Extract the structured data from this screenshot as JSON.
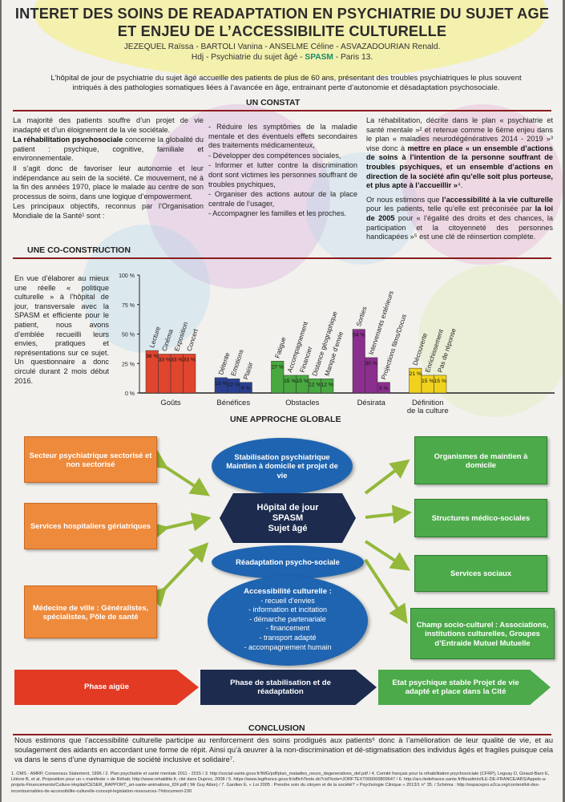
{
  "title": {
    "line1": "INTERET DES SOINS DE READAPTATION EN PSYCHIATRIE DU SUJET AGE",
    "line2": "ET ENJEU DE L’ACCESSIBILITE CULTURELLE"
  },
  "authors": {
    "line1": "JEZEQUEL Raïssa - BARTOLI Vanina - ANSELME Céline - ASVAZADOURIAN Renald.",
    "line2_pre": "Hdj - Psychiatrie du sujet âgé - ",
    "line2_spasm": "SPASM",
    "line2_post": " - Paris 13."
  },
  "intro": "L’hôpital de jour de psychiatrie du sujet âgé accueille des patients de plus de 60 ans, présentant des troubles psychiatriques le plus souvent intriqués à des pathologies somatiques liées à l’avancée en âge, entrainant perte d’autonomie et désadaptation psychosociale.",
  "sections": {
    "constat": "UN CONSTAT",
    "coconstruction": "UNE CO-CONSTRUCTION",
    "approche": "UNE APPROCHE GLOBALE",
    "conclusion": "CONCLUSION"
  },
  "constat": {
    "left": {
      "p1": "La majorité des patients souffre d’un projet de vie inadapté et d’un éloignement de la vie sociétale.",
      "p2_bold": "La réhabilitation psychosociale",
      "p2_rest": " concerne la globalité du patient : psychique, cognitive, familiale et environnementale.",
      "p3": "Il s’agit donc de favoriser leur autonomie et leur indépendance au sein de la société. Ce mouvement, né à la fin des années 1970, place le malade au centre de son processus de soins, dans une logique d’empowerment.",
      "p4": "Les principaux objectifs, reconnus par l’Organisation Mondiale de la Santé¹ sont :"
    },
    "middle": [
      "- Réduire les symptômes de la maladie mentale et des éventuels effets secondaires des traitements médicamenteux,",
      "- Développer des compétences sociales,",
      "- Informer et lutter contre la discrimination dont sont victimes les personnes souffrant de troubles psychiques,",
      "- Organiser des actions autour de la place centrale de l’usager,",
      "- Accompagner les familles et les proches."
    ],
    "right": {
      "p1_pre": "La réhabilitation, décrite dans le plan « psychiatrie et santé mentale »² et retenue comme le 6ème enjeu dans le plan « maladies neurodégénératives 2014 - 2019 »³ vise donc à ",
      "p1_bold": "mettre en place « un ensemble d’actions de soins à l’intention de la personne souffrant de troubles psychiques, et un ensemble d’actions en direction de la société afin qu’elle soit plus porteuse, et plus apte à l’accueillir »",
      "p1_post": "⁴.",
      "p2_pre": "Or nous estimons que ",
      "p2_bold": "l’accessibilité à la vie culturelle",
      "p2_mid": " pour les patients, telle qu’elle est préconisée par ",
      "p2_bold2": "la loi de 2005",
      "p2_post": " pour « l’égalité des droits et des chances, la participation et la citoyenneté des personnes handicapées »⁵ est une clé de réinsertion complète."
    }
  },
  "coconstruction_text": "En vue d’élaborer au mieux une réelle « politique culturelle » à l’hôpital de jour, transversale avec la SPASM et efficiente pour le patient, nous avons d’emblée recueilli leurs envies, pratiques et représentations sur ce sujet. Un questionnaire a donc circulé durant 2 mois début 2016.",
  "chart_data": {
    "type": "bar",
    "ylim": [
      0,
      100
    ],
    "yticks": [
      "0 %",
      "25 %",
      "50 %",
      "75 %",
      "100 %"
    ],
    "groups": [
      {
        "name": "Goûts",
        "color": "#e0452e",
        "bars": [
          {
            "label": "Lecture",
            "value": 36
          },
          {
            "label": "Cinéma",
            "value": 33
          },
          {
            "label": "Exposition",
            "value": 33
          },
          {
            "label": "Concert",
            "value": 33
          }
        ]
      },
      {
        "name": "Bénéfices",
        "color": "#2a3f8f",
        "bars": [
          {
            "label": "Détente",
            "value": 13
          },
          {
            "label": "Emotions",
            "value": 12
          },
          {
            "label": "Plaisir",
            "value": 9
          }
        ]
      },
      {
        "name": "Obstacles",
        "color": "#49a840",
        "bars": [
          {
            "label": "Fatigue",
            "value": 27
          },
          {
            "label": "Accompagnement",
            "value": 15
          },
          {
            "label": "Financier",
            "value": 15
          },
          {
            "label": "Distance géographique",
            "value": 12
          },
          {
            "label": "Manque d’envie",
            "value": 12
          }
        ]
      },
      {
        "name": "Désirata",
        "color": "#8a2f8e",
        "bars": [
          {
            "label": "Sorties",
            "value": 54
          },
          {
            "label": "Intervenants extérieurs",
            "value": 30
          },
          {
            "label": "Projections films/Docus",
            "value": 9
          }
        ]
      },
      {
        "name": "Définition de la culture",
        "color": "#f0d21e",
        "bars": [
          {
            "label": "Découverte",
            "value": 21
          },
          {
            "label": "Enrichissement",
            "value": 15
          },
          {
            "label": "Pas de réponse",
            "value": 15
          }
        ]
      }
    ]
  },
  "diagram": {
    "left": [
      "Secteur psychiatrique sectorisé et non sectorisé",
      "Services hospitaliers gériatriques",
      "Médecine de ville : Généralistes, spécialistes, Pôle de santé"
    ],
    "right": [
      "Organismes de maintien à domicile",
      "Structures médico-sociales",
      "Services sociaux",
      "Champ socio-culturel : Associations, institutions culturelles, Groupes d’Entraide Mutuel Mutuelle"
    ],
    "stabilisation": "Stabilisation psychiatrique Maintien à domicile et projet de vie",
    "hopital": [
      "Hôpital de jour",
      "SPASM",
      "Sujet âgé"
    ],
    "readaptation": "Réadaptation psycho-sociale",
    "access_title": "Accessibilité culturelle :",
    "access_items": [
      "- recueil d’envies",
      "- information et incitation",
      "- démarche partenariale",
      "- financement",
      "- transport adapté",
      "- accompagnement humain"
    ],
    "phases": [
      "Phase aigüe",
      "Phase de stabilisation et de réadaptation",
      "Etat psychique stable Projet de vie adapté et place dans la Cité"
    ]
  },
  "conclusion_text": "Nous estimons que l’accessibilité culturelle participe au renforcement des soins prodigués aux patients⁶ donc à l’amélioration de leur qualité de vie, et au soulagement des aidants en accordant une forme de répit. Ainsi qu’à œuvrer à la non-discrimination et dé-stigmatisation des individus âgés et fragiles puisque cela va dans le sens d’une dynamique de société inclusive et solidaire⁷.",
  "references": "1. OMS - AMRP, Consensus Statement, 1996 / 2. Plan psychiatrie et santé mentale 2011 - 2015 / 3. http://social-sante.gouv.fr/IMG/pdf/plan_maladies_neuro_degeneratives_def.pdf / 4. Comité français pour la réhabilitation psychosociale (CFRP), Leguay D, Giraud-Baro E, Llièvre B, et al. Proposition pour un « manifeste » de Réhab; http://www.rehabilite.fr, cité dans Duprez, 2008 / 5. https://www.legifrance.gouv.fr/affichTexte.do?cidTexte=JORFTEXT000000809647 / 6. http://ars.iledefrance.sante.fr/fileadmin/ILE-DE-FRANCE/ARS/Appels-a-projets-Financements/Culture-Hopital/CESER_RAPPORT_art-sante-animations_IDF.pdf ( Mr Guy Atlan) / 7. Gardien E. « Loi 2005 : Prendre soin du citoyen et de la société? » Psychologie Clinique » 2013/1 n° 35. / Schéma : http://espacepro.e2ca.org/content/kit-des-incontournables-de-accessibilite-culturelle-concept-legislation-ressources-7#document-230"
}
